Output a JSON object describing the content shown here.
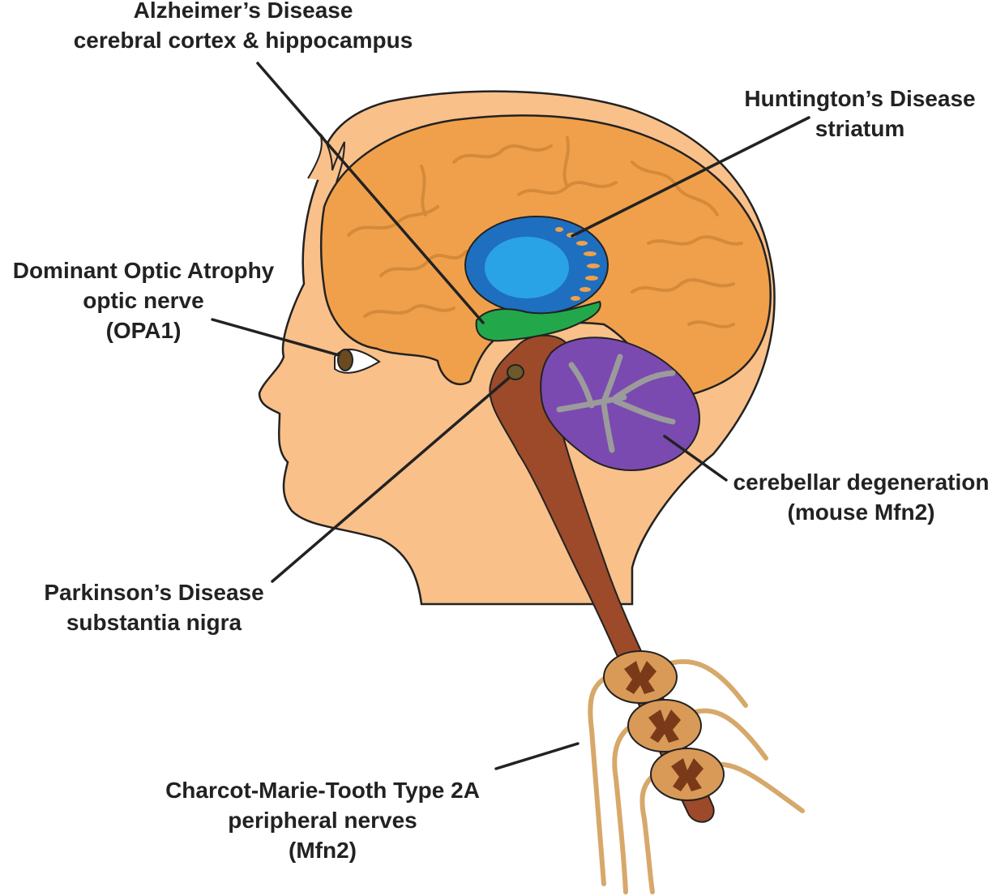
{
  "colors": {
    "skin": "#f9c08a",
    "brain": "#f0a04b",
    "brain_gyri": "#d58a3a",
    "striatum_outer": "#1e6fc0",
    "striatum_inner": "#2aa3e6",
    "hippocampus": "#22a84a",
    "brainstem": "#9c4a2a",
    "cerebellum": "#7a4ab0",
    "cerebellum_white": "#9b9b9b",
    "nerves": "#d6a86a",
    "outline": "#222222"
  },
  "labels": {
    "alzheimers": {
      "line1": "Alzheimer’s Disease",
      "line2": "cerebral cortex & hippocampus"
    },
    "huntingtons": {
      "line1": "Huntington’s Disease",
      "line2": "striatum"
    },
    "optic_atrophy": {
      "line1": "Dominant Optic Atrophy",
      "line2": "optic nerve",
      "line3": "(OPA1)"
    },
    "cerebellar": {
      "line1": "cerebellar degeneration",
      "line2": "(mouse Mfn2)"
    },
    "parkinsons": {
      "line1": "Parkinson’s Disease",
      "line2": "substantia nigra"
    },
    "cmt": {
      "line1": "Charcot-Marie-Tooth Type 2A",
      "line2": "peripheral nerves",
      "line3": "(Mfn2)"
    }
  }
}
